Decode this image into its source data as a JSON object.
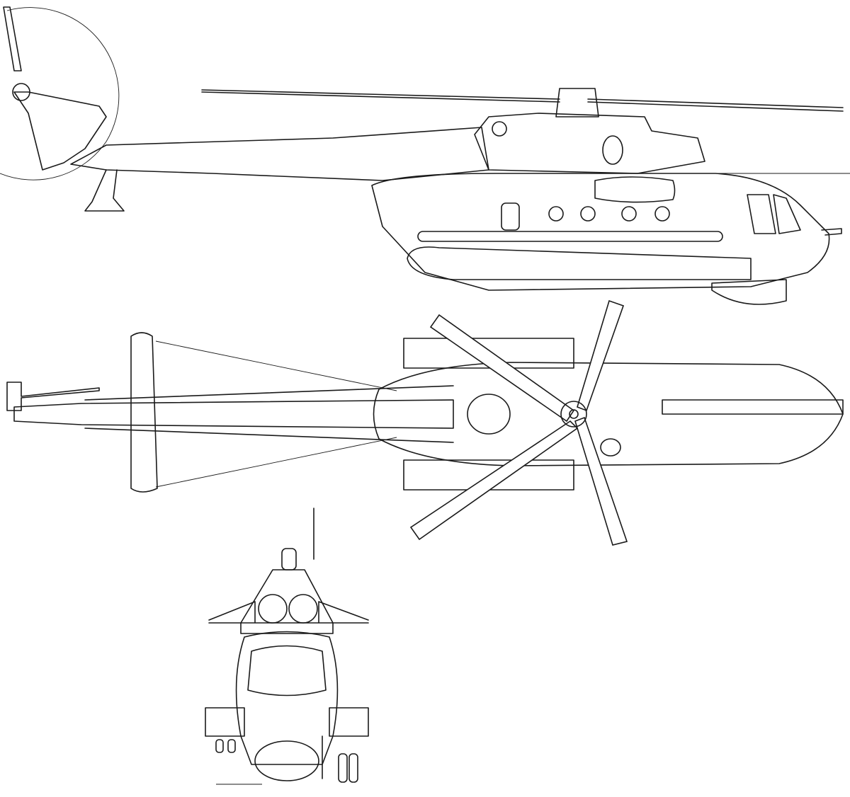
{
  "drawing": {
    "subject": "",
    "views": [
      "side",
      "top",
      "front"
    ],
    "colors": {
      "line": "#1a1a1a",
      "background": "#ffffff"
    }
  }
}
